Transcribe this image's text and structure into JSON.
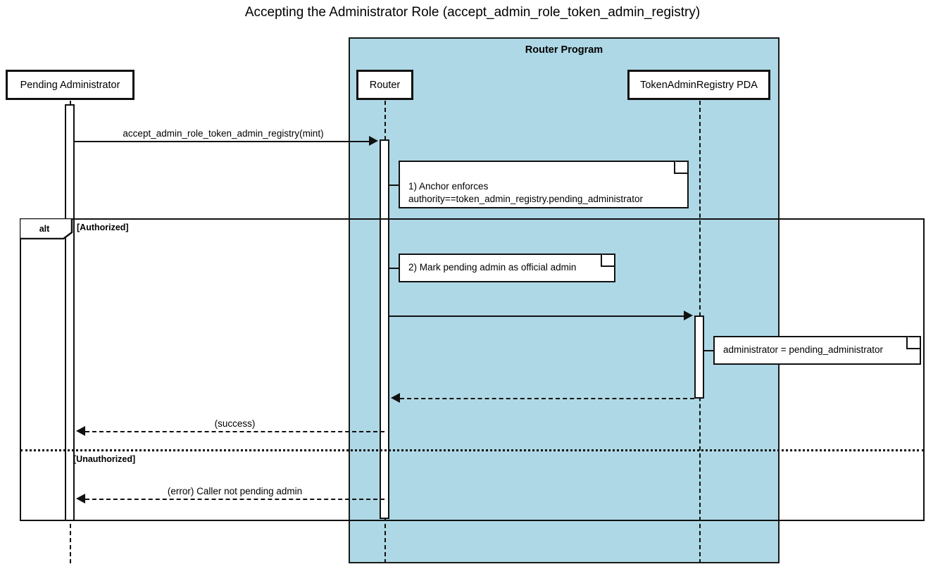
{
  "title": "Accepting the Administrator Role (accept_admin_role_token_admin_registry)",
  "colors": {
    "program_fill": "#aed8e6",
    "stroke": "#111111",
    "note_fill": "#ffffff",
    "background": "#ffffff"
  },
  "group": {
    "label": "Router Program"
  },
  "participants": [
    {
      "id": "actor",
      "label": "Pending Administrator"
    },
    {
      "id": "router",
      "label": "Router"
    },
    {
      "id": "pda",
      "label": "TokenAdminRegistry PDA"
    }
  ],
  "messages": [
    {
      "id": "m1",
      "label": "accept_admin_role_token_admin_registry(mint)",
      "from": "actor",
      "to": "router",
      "style": "solid",
      "direction": "right"
    },
    {
      "id": "m2",
      "label": "",
      "from": "router",
      "to": "pda",
      "style": "solid",
      "direction": "right"
    },
    {
      "id": "m3",
      "label": "",
      "from": "pda",
      "to": "router",
      "style": "dashed",
      "direction": "left"
    },
    {
      "id": "m4",
      "label": "(success)",
      "from": "router",
      "to": "actor",
      "style": "dashed",
      "direction": "left"
    },
    {
      "id": "m5",
      "label": "(error) Caller not pending admin",
      "from": "router",
      "to": "actor",
      "style": "dashed",
      "direction": "left"
    }
  ],
  "notes": [
    {
      "id": "note1",
      "text": "1) Anchor enforces\nauthority==token_admin_registry.pending_administrator"
    },
    {
      "id": "note2",
      "text": "2) Mark pending admin as official admin"
    },
    {
      "id": "note3",
      "text": "administrator = pending_administrator"
    }
  ],
  "fragment": {
    "operator": "alt",
    "branches": [
      {
        "condition": "[Authorized]"
      },
      {
        "condition": "[Unauthorized]"
      }
    ]
  }
}
